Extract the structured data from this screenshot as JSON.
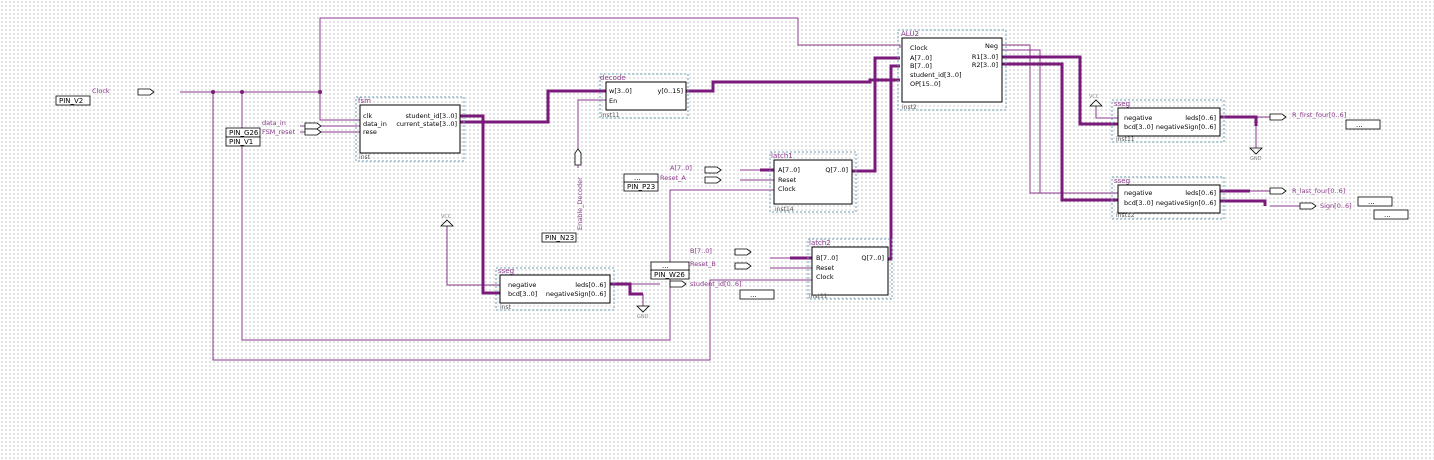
{
  "diagram": {
    "pin_assignments": [
      "PIN_V2",
      "PIN_G26",
      "PIN_V1",
      "PIN_P23",
      "PIN_N23",
      "PIN_W26"
    ],
    "ellipsis": "...",
    "blocks": {
      "fsm": {
        "type": "fsm",
        "instance": "inst",
        "inputs": [
          "clk",
          "data_in",
          "rese"
        ],
        "outputs": [
          "student_id[3..0]",
          "current_state[3..0]"
        ]
      },
      "decode": {
        "type": "decode",
        "instance": "inst11",
        "inputs": [
          "w[3..0]",
          "En"
        ],
        "outputs": [
          "y[0..15]"
        ]
      },
      "latch1": {
        "type": "latch1",
        "instance": "inst14",
        "inputs": [
          "A[7..0]",
          "Reset",
          "Clock"
        ],
        "outputs": [
          "Q[7..0]"
        ]
      },
      "latch2": {
        "type": "latch2",
        "instance": "inst11",
        "inputs": [
          "B[7..0]",
          "Reset",
          "Clock"
        ],
        "outputs": [
          "Q[7..0]"
        ]
      },
      "alu": {
        "type": "ALU2",
        "instance": "inst2",
        "inputs": [
          "Clock",
          "A[7..0]",
          "B[7..0]",
          "student_id[3..0]",
          "OP[15..0]"
        ],
        "outputs": [
          "Neg",
          "R1[3..0]",
          "R2[3..0]"
        ]
      },
      "sseg_student": {
        "type": "sseg",
        "instance": "inst",
        "inputs": [
          "negative",
          "bcd[3..0]"
        ],
        "outputs": [
          "leds[0..6]",
          "negativeSign[0..6]"
        ]
      },
      "sseg_r1": {
        "type": "sseg",
        "instance": "inst11",
        "inputs": [
          "negative",
          "bcd[3..0]"
        ],
        "outputs": [
          "leds[0..6]",
          "negativeSign[0..6]"
        ]
      },
      "sseg_r2": {
        "type": "sseg",
        "instance": "inst12",
        "inputs": [
          "negative",
          "bcd[3..0]"
        ],
        "outputs": [
          "leds[0..6]",
          "negativeSign[0..6]"
        ]
      }
    },
    "signals": {
      "clock": "Clock",
      "data_in": "data_in",
      "fsm_reset": "FSM_reset",
      "a_in": "A[7..0]",
      "reset_a": "Reset_A",
      "b_in": "B[7..0]",
      "reset_b": "Reset_B",
      "enable_decoder": "Enable_Decoder",
      "r_first_four": "R_first_four[0..6]",
      "r_last_four": "R_last_four[0..6]",
      "sign": "Sign[0..6]",
      "student_id_out": "student_id[0..6]"
    },
    "gnd_label": "GND",
    "vcc_label": "VCC"
  }
}
